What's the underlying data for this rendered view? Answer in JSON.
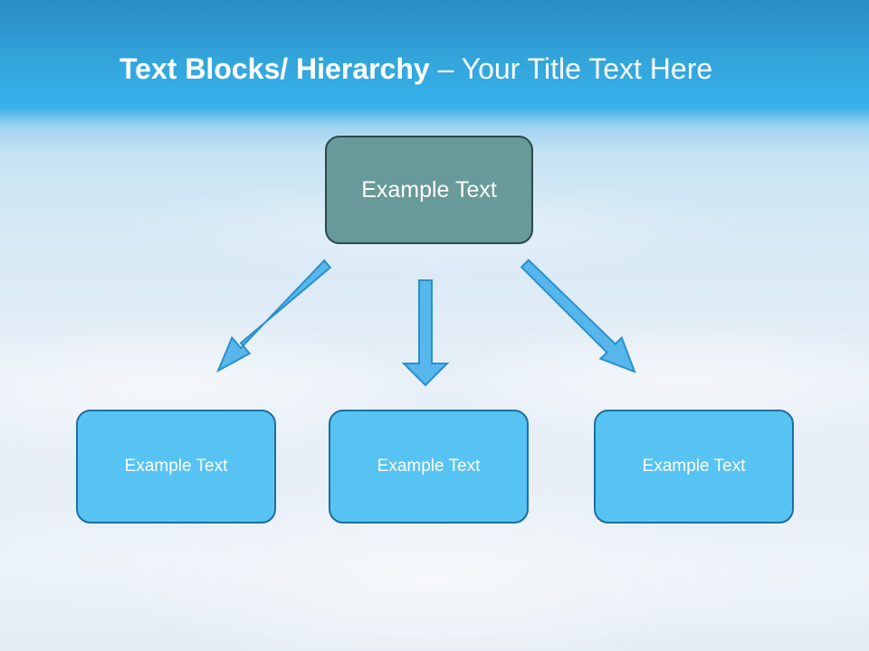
{
  "slide": {
    "title_bold": "Text Blocks/ Hierarchy",
    "title_rest": " – Your Title Text Here"
  },
  "diagram": {
    "root": {
      "label": "Example Text"
    },
    "children": [
      {
        "label": "Example Text"
      },
      {
        "label": "Example Text"
      },
      {
        "label": "Example Text"
      }
    ]
  },
  "colors": {
    "root_fill": "#679a98",
    "child_fill": "#57c3f3",
    "arrow_fill": "#57b7ec",
    "arrow_stroke": "#2b8fcc"
  }
}
